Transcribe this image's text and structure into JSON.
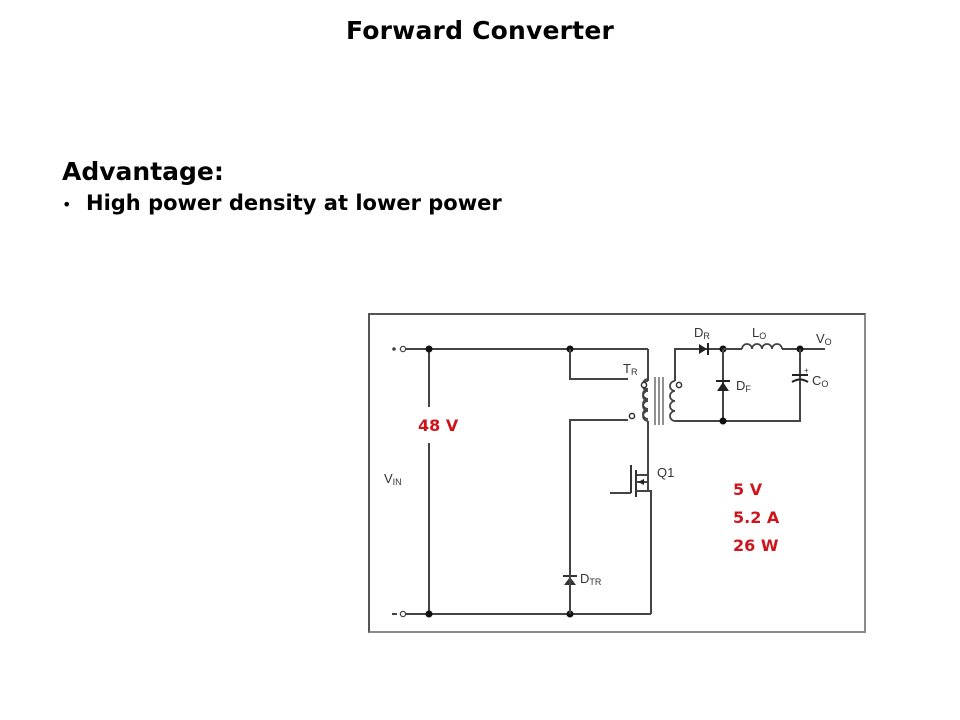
{
  "slide": {
    "title": "Forward Converter",
    "advantage_heading": "Advantage:",
    "bullets": [
      "High power density at lower power"
    ]
  },
  "diagram": {
    "components": {
      "input_voltage": {
        "name": "V",
        "sub": "IN"
      },
      "transformer": {
        "name": "T",
        "sub": "R"
      },
      "rectifier_diode": {
        "name": "D",
        "sub": "R"
      },
      "freewheel_diode": {
        "name": "D",
        "sub": "F"
      },
      "output_inductor": {
        "name": "L",
        "sub": "O"
      },
      "output_capacitor": {
        "name": "C",
        "sub": "O"
      },
      "output_voltage": {
        "name": "V",
        "sub": "O"
      },
      "switch": {
        "name": "Q1"
      },
      "reset_diode": {
        "name": "D",
        "sub": "TR"
      },
      "positive_terminal": "+",
      "negative_terminal": "-"
    },
    "annotations": {
      "input": "48 V",
      "output": [
        "5 V",
        "5.2 A",
        "26 W"
      ]
    },
    "colors": {
      "annotation": "#d0141c",
      "wire": "#444444"
    }
  }
}
